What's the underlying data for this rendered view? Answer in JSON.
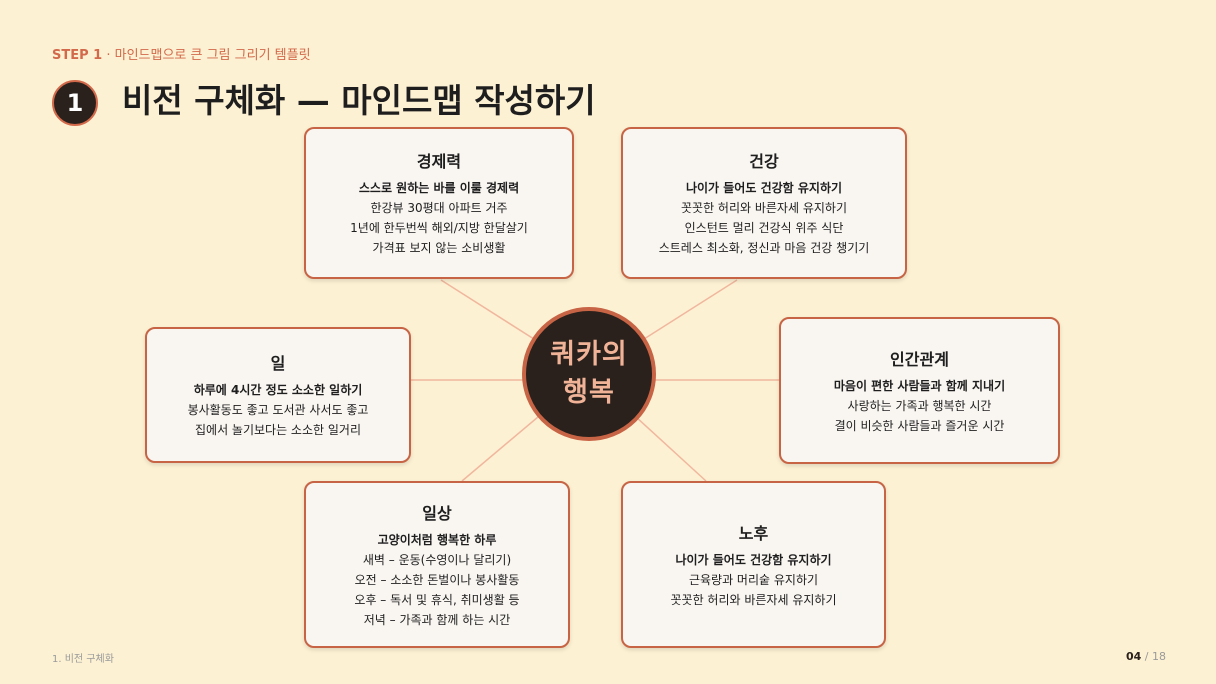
{
  "header": {
    "step_label": "STEP 1",
    "step_rest": " · 마인드맵으로 큰 그림 그리기 템플릿",
    "number": "1",
    "title": "비전 구체화 — 마인드맵 작성하기"
  },
  "center": {
    "label": "쿼카의\n행복"
  },
  "cards": {
    "economy": {
      "title": "경제력",
      "subtitle": "스스로 원하는 바를 이룰 경제력",
      "lines": [
        "한강뷰 30평대 아파트 거주",
        "1년에 한두번씩 해외/지방 한달살기",
        "가격표 보지 않는 소비생활"
      ]
    },
    "health": {
      "title": "건강",
      "subtitle": "나이가 들어도 건강함 유지하기",
      "lines": [
        "꼿꼿한 허리와 바른자세 유지하기",
        "인스턴트 멀리 건강식 위주 식단",
        "스트레스 최소화, 정신과 마음 건강 챙기기"
      ]
    },
    "work": {
      "title": "일",
      "subtitle": "하루에 4시간 정도 소소한 일하기",
      "lines": [
        "봉사활동도 좋고 도서관 사서도 좋고",
        "집에서 놀기보다는 소소한 일거리"
      ]
    },
    "relations": {
      "title": "인간관계",
      "subtitle": "마음이 편한 사람들과 함께 지내기",
      "lines": [
        "사랑하는 가족과 행복한 시간",
        "결이 비슷한 사람들과 즐거운 시간"
      ]
    },
    "daily": {
      "title": "일상",
      "subtitle": "고양이처럼 행복한 하루",
      "lines": [
        "새벽 – 운동(수영이나 달리기)",
        "오전 – 소소한 돈벌이나 봉사활동",
        "오후 – 독서 및 휴식, 취미생활 등",
        "저녁 – 가족과 함께 하는 시간"
      ]
    },
    "retirement": {
      "title": "노후",
      "subtitle": "나이가 들어도 건강함 유지하기",
      "lines": [
        "근육량과 머리숱 유지하기",
        "꼿꼿한 허리와 바른자세 유지하기"
      ]
    }
  },
  "footer": {
    "section": "1. 비전 구체화",
    "page_current": "04",
    "page_sep": " / ",
    "page_total": "18"
  },
  "colors": {
    "background": "#fdf1d3",
    "accent": "#c76445",
    "dark": "#2a211c",
    "center_text": "#f0b398",
    "connector": "#f0b79e"
  }
}
